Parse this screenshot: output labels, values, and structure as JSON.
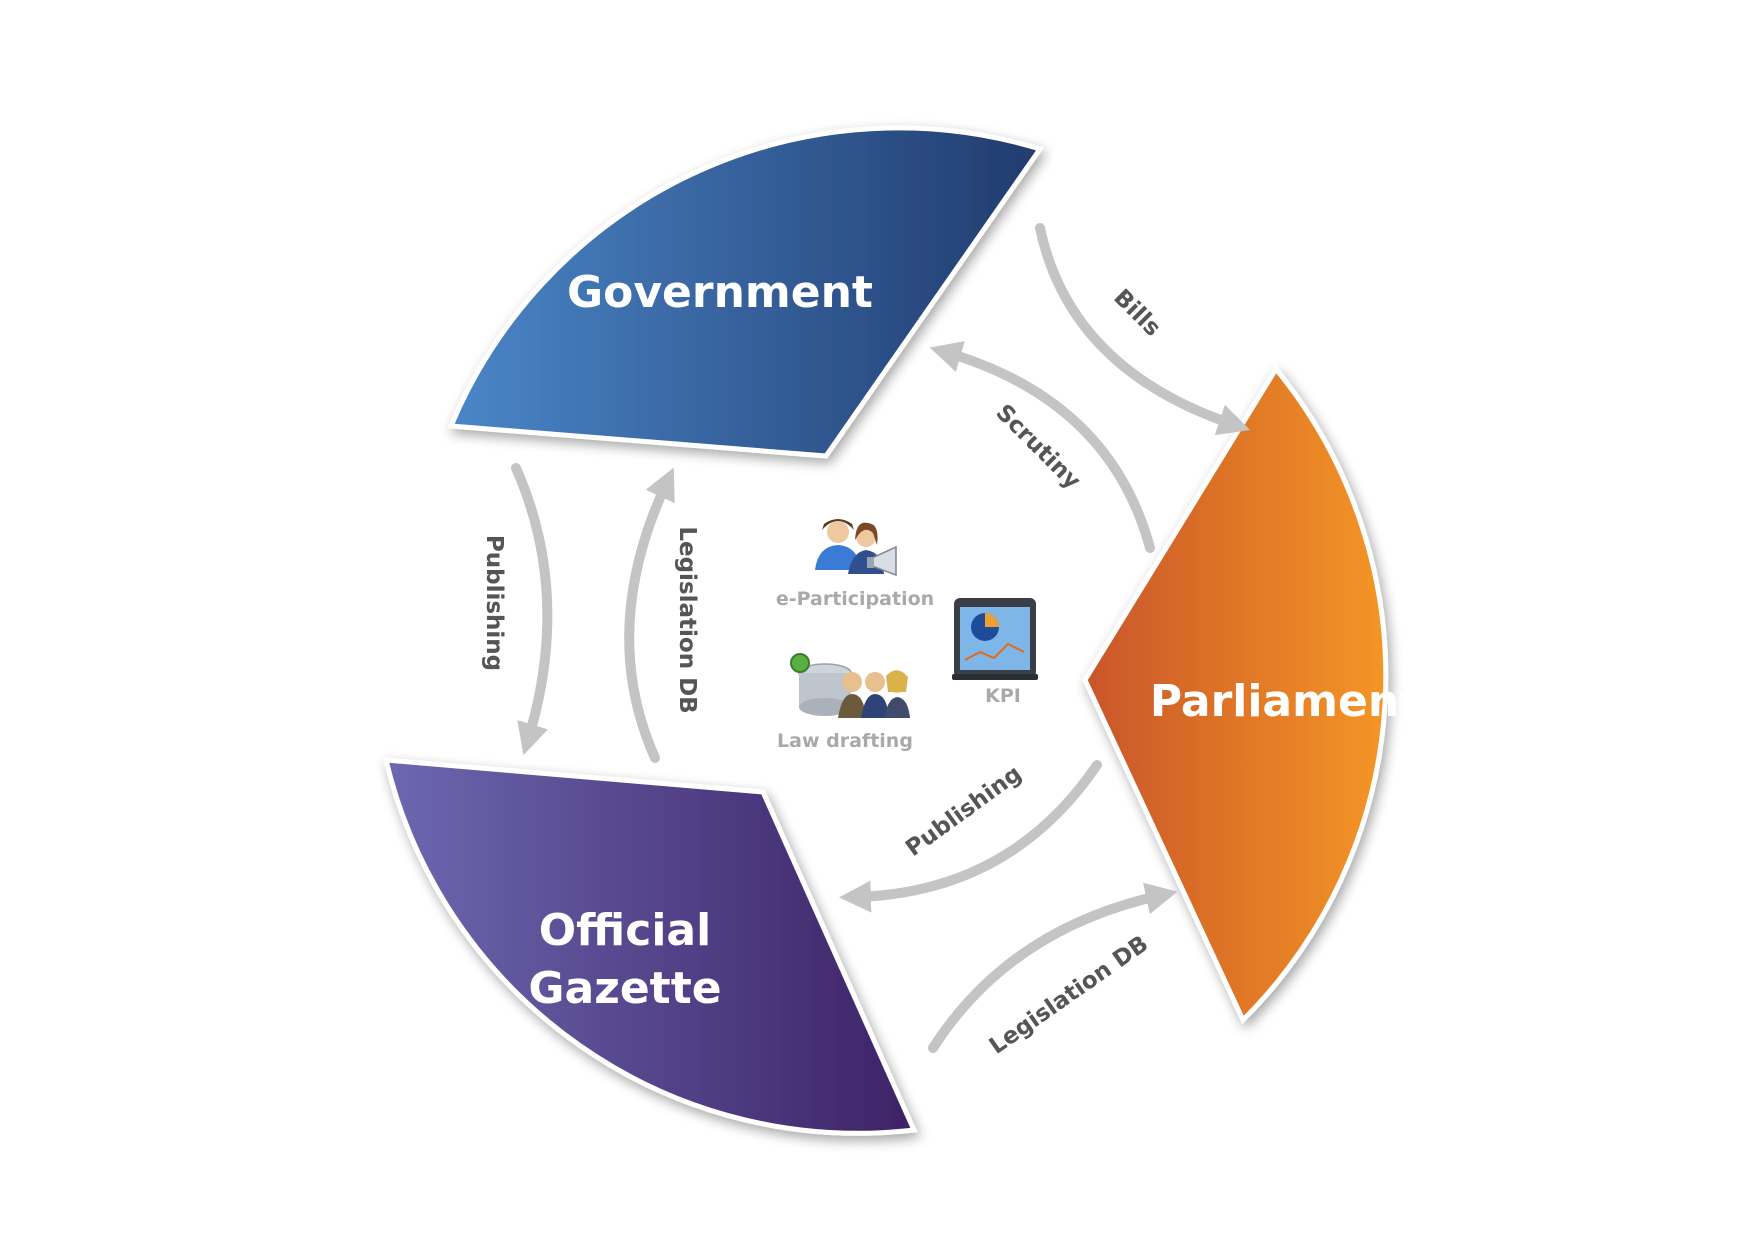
{
  "segments": {
    "government": {
      "label": "Government",
      "color_start": "#4a86c8",
      "color_end": "#213b6e"
    },
    "parliament": {
      "label": "Parliament",
      "color_start": "#c9552a",
      "color_end": "#f49625"
    },
    "gazette": {
      "line1": "Official",
      "line2": "Gazette",
      "color_start": "#6c68b0",
      "color_end": "#3d2266"
    }
  },
  "arrows": {
    "bills": "Bills",
    "scrutiny": "Scrutiny",
    "publishing_left": "Publishing",
    "legislation_db_left": "Legislation DB",
    "publishing_right": "Publishing",
    "legislation_db_bottom": "Legislation DB",
    "color": "#c4c4c4"
  },
  "tools": {
    "e_participation": {
      "label": "e-Participation",
      "icon": "people-megaphone-icon"
    },
    "kpi": {
      "label": "KPI",
      "icon": "pie-chart-monitor-icon"
    },
    "law_drafting": {
      "label": "Law drafting",
      "icon": "database-people-icon"
    }
  }
}
